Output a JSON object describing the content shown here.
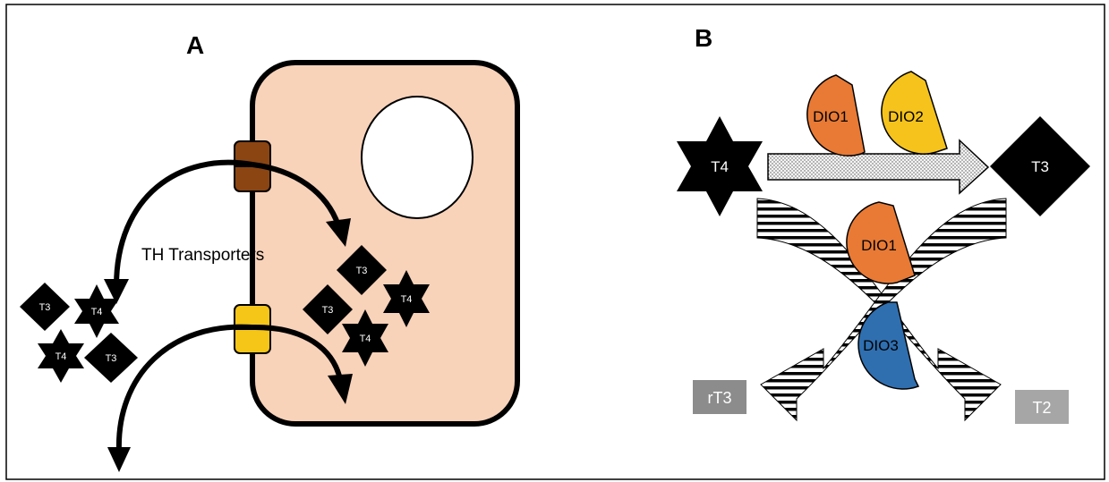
{
  "panel_a": {
    "label": "A",
    "transporters_label": "TH Transporters",
    "outside_molecules": [
      "T3",
      "T4",
      "T4",
      "T3"
    ],
    "inside_molecules": [
      "T3",
      "T3",
      "T4",
      "T4"
    ],
    "colors": {
      "cell_fill": "#f8d2b9",
      "transporter_top": "#8b4513",
      "transporter_bottom": "#f5c518",
      "molecule": "#000000"
    }
  },
  "panel_b": {
    "label": "B",
    "substrate": "T4",
    "product": "T3",
    "enzyme_top_1": "DIO1",
    "enzyme_top_2": "DIO2",
    "enzyme_mid": "DIO1",
    "enzyme_low": "DIO3",
    "output_left": "rT3",
    "output_right": "T2",
    "colors": {
      "dio1": "#e87a35",
      "dio2": "#f5c31c",
      "dio3": "#2f6fb0",
      "output_box": "#8c8c8c",
      "output_box_light": "#a6a6a6"
    }
  }
}
